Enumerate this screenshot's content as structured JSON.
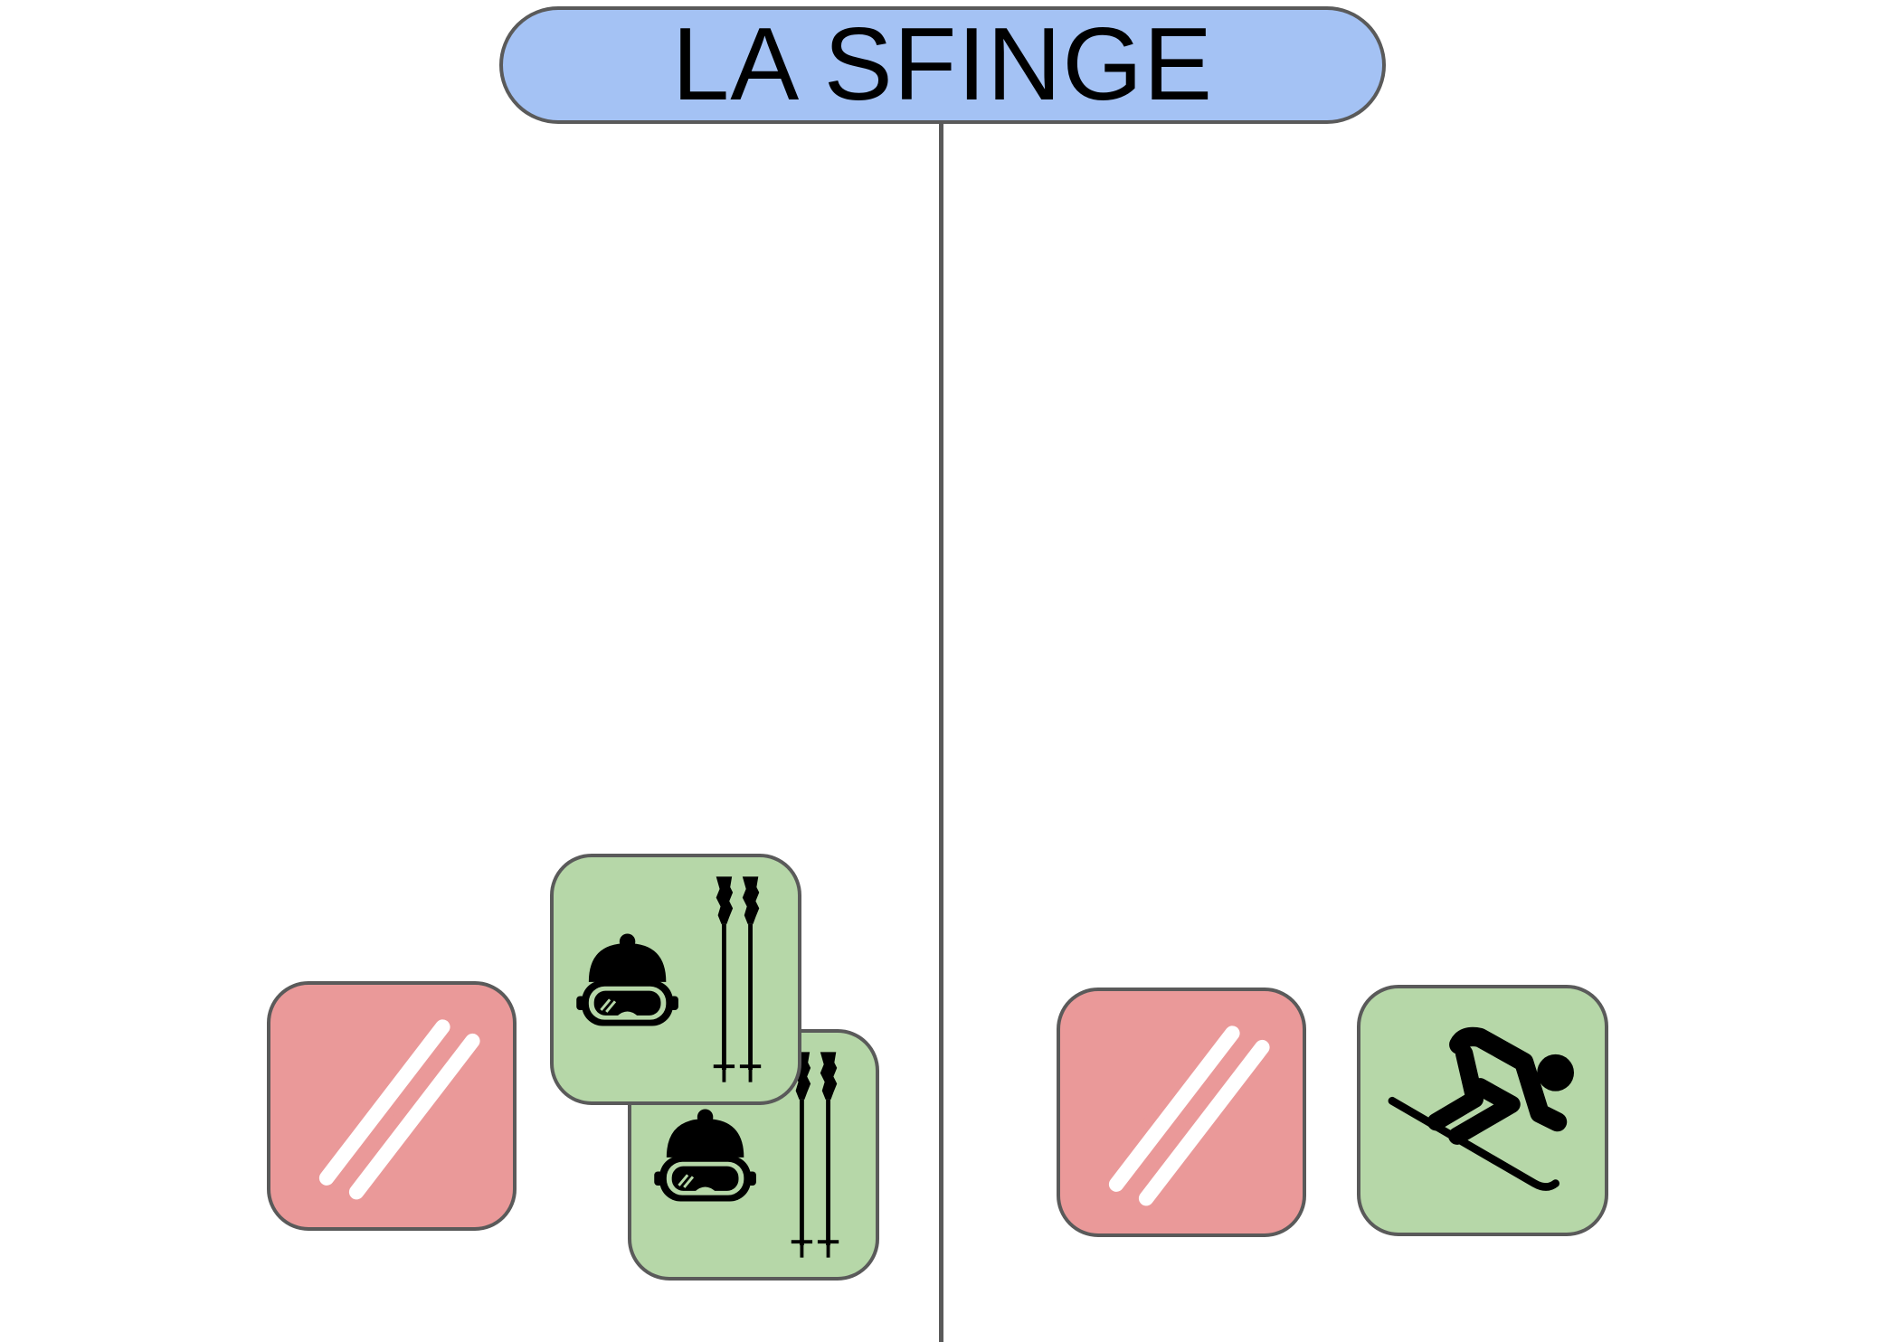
{
  "board": {
    "title": "LA SFINGE",
    "colors": {
      "title_fill": "#a4c2f4",
      "divider": "#5a5a5a",
      "card_red": "#ea9999",
      "card_green": "#b6d7a8",
      "card_border": "#5a5a5a"
    }
  },
  "left_side": {
    "cards": [
      {
        "kind": "skis",
        "color": "red",
        "icon": "skis-icon"
      },
      {
        "kind": "goggles-and-poles",
        "color": "green",
        "icon": "ski-helmet-goggles-poles-icon"
      },
      {
        "kind": "goggles-and-poles",
        "color": "green",
        "icon": "ski-helmet-goggles-poles-icon"
      }
    ]
  },
  "right_side": {
    "cards": [
      {
        "kind": "skis",
        "color": "red",
        "icon": "skis-icon"
      },
      {
        "kind": "skier",
        "color": "green",
        "icon": "downhill-skier-icon"
      }
    ]
  }
}
